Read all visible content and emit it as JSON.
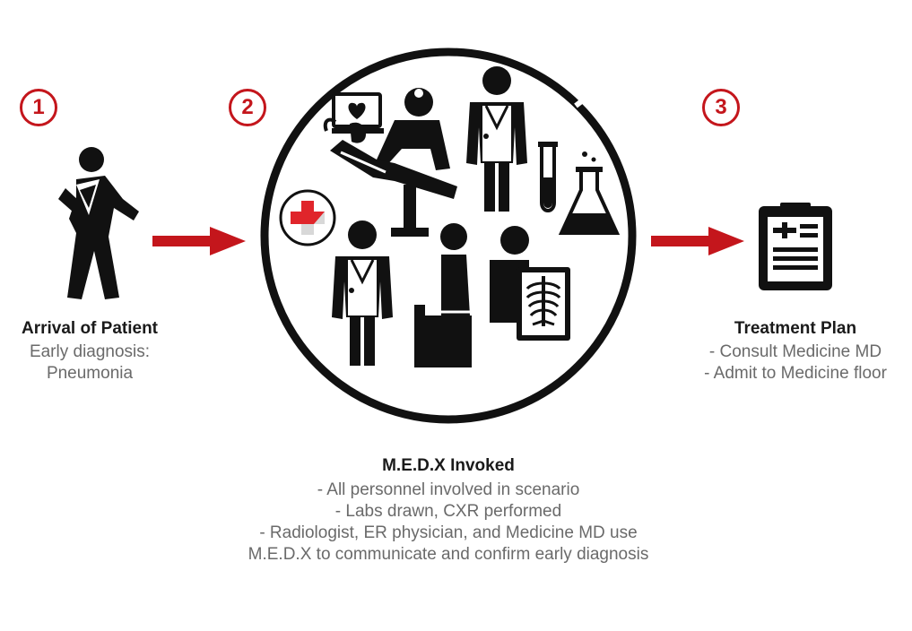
{
  "steps": [
    {
      "number": "1",
      "title": "Arrival of Patient",
      "lines": [
        "Early diagnosis:",
        "Pneumonia"
      ]
    },
    {
      "number": "2"
    },
    {
      "number": "3",
      "title": "Treatment Plan",
      "lines": [
        "- Consult Medicine MD",
        "- Admit to Medicine floor"
      ]
    }
  ],
  "medx": {
    "title": "M.E.D.X Invoked",
    "lines": [
      "- All personnel involved in scenario",
      "- Labs drawn, CXR performed",
      "- Radiologist, ER physician, and Medicine MD use",
      "M.E.D.X  to communicate and confirm early diagnosis"
    ]
  },
  "colors": {
    "accent": "#c4161c",
    "icon": "#111111",
    "muted_text": "#6a6a6a"
  },
  "icons": [
    "patient-with-sling-icon",
    "monitor-heart-icon",
    "doctor-icon",
    "patient-chair-icon",
    "physician-icon",
    "test-tube-icon",
    "flask-icon",
    "medical-cross-icon",
    "physician-stethoscope-icon",
    "person-chair-icon",
    "radiologist-xray-icon",
    "clipboard-chart-icon",
    "arrow-right-icon"
  ]
}
